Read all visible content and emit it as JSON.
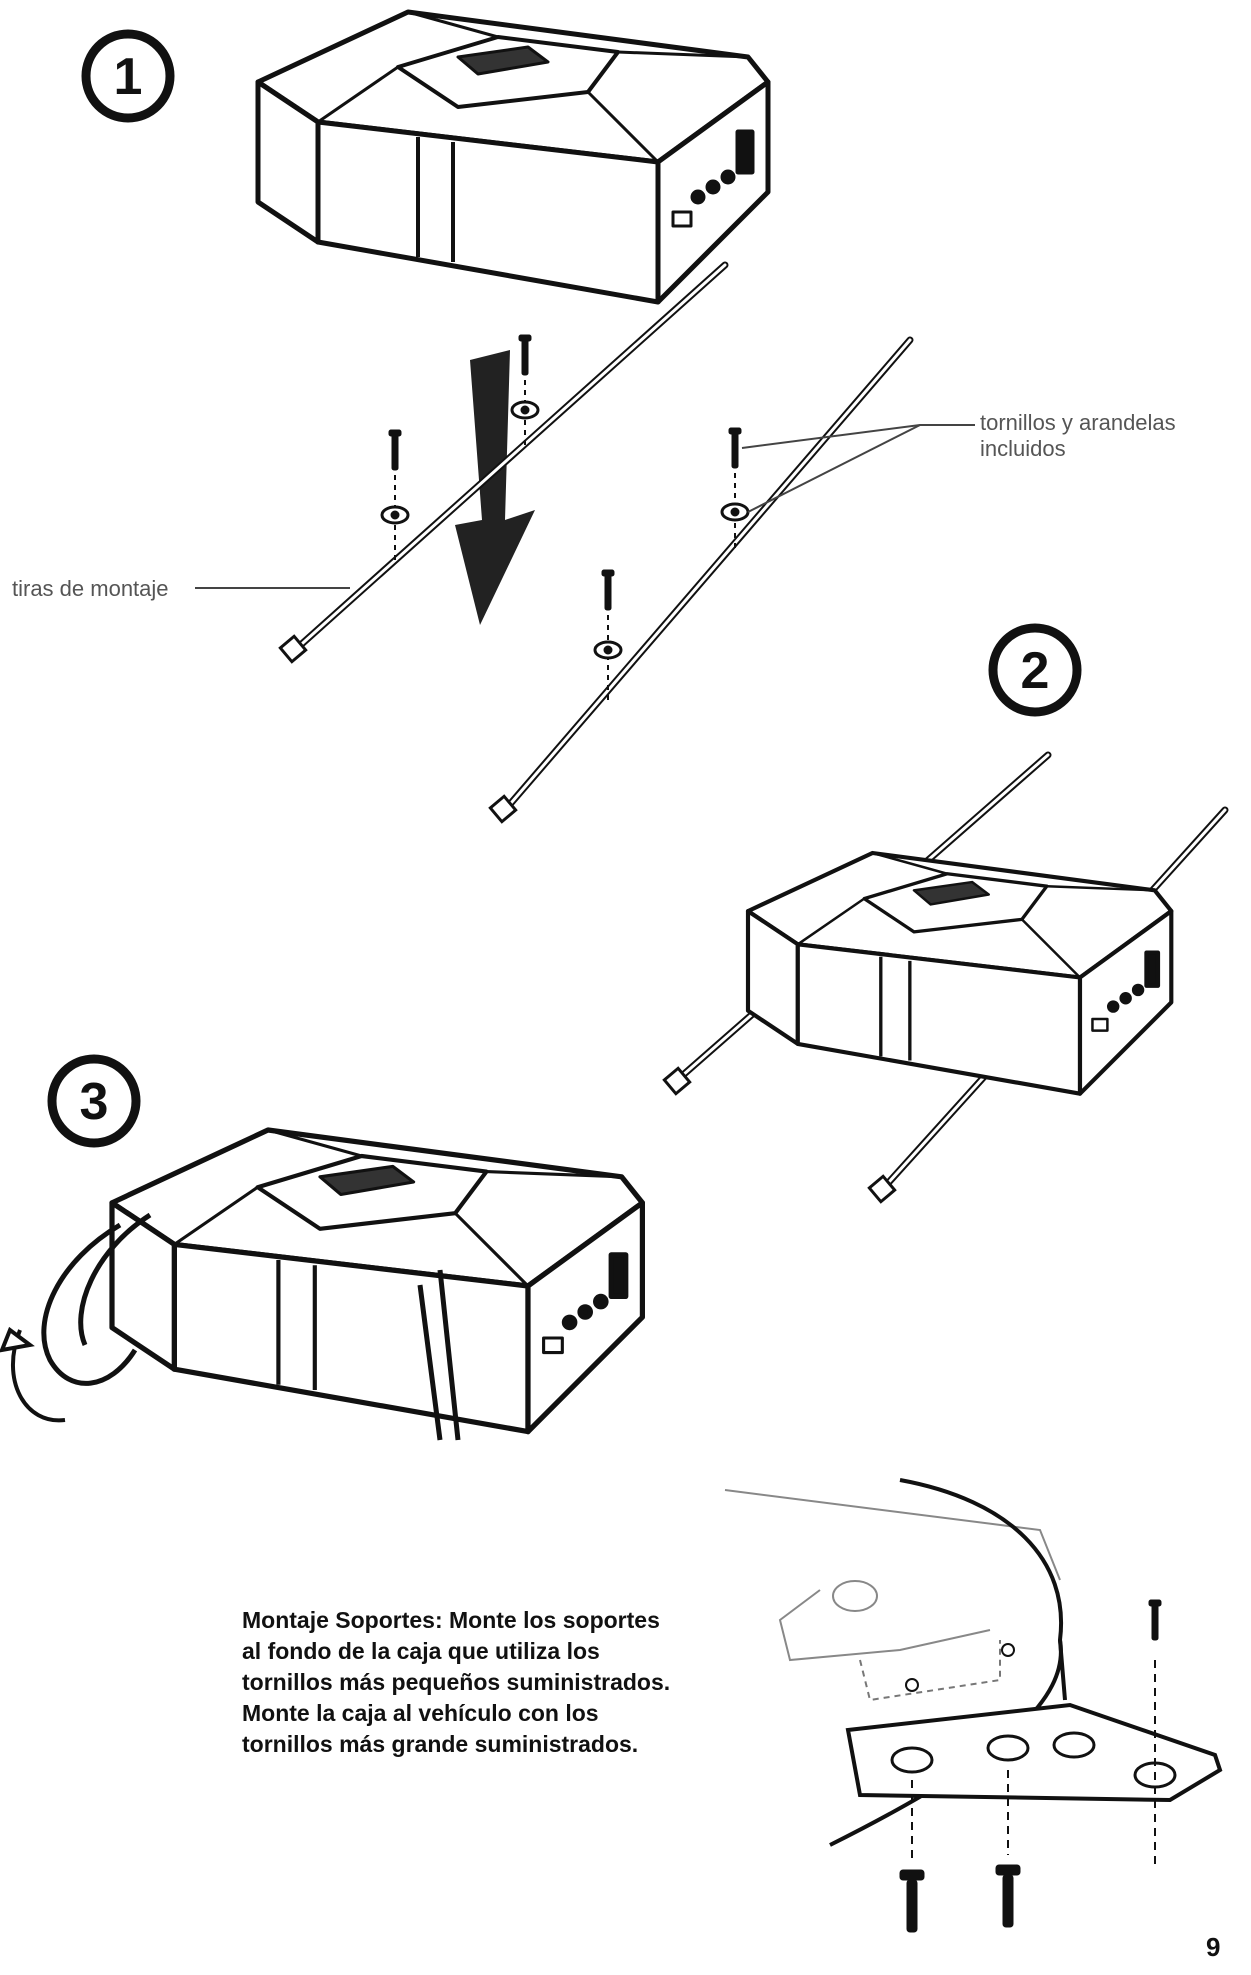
{
  "steps": [
    {
      "number": "1"
    },
    {
      "number": "2"
    },
    {
      "number": "3"
    }
  ],
  "callouts": {
    "screws": "tornillos y arandelas incluidos",
    "straps": "tiras de montaje"
  },
  "instructions": "Montaje Soportes: Monte los soportes al fondo de la caja que utiliza los tornillos más pequeños suministrados. Monte la caja al vehículo con los tornillos más grande suministrados.",
  "page_number": "9",
  "colors": {
    "ink": "#111111",
    "label": "#555555"
  }
}
